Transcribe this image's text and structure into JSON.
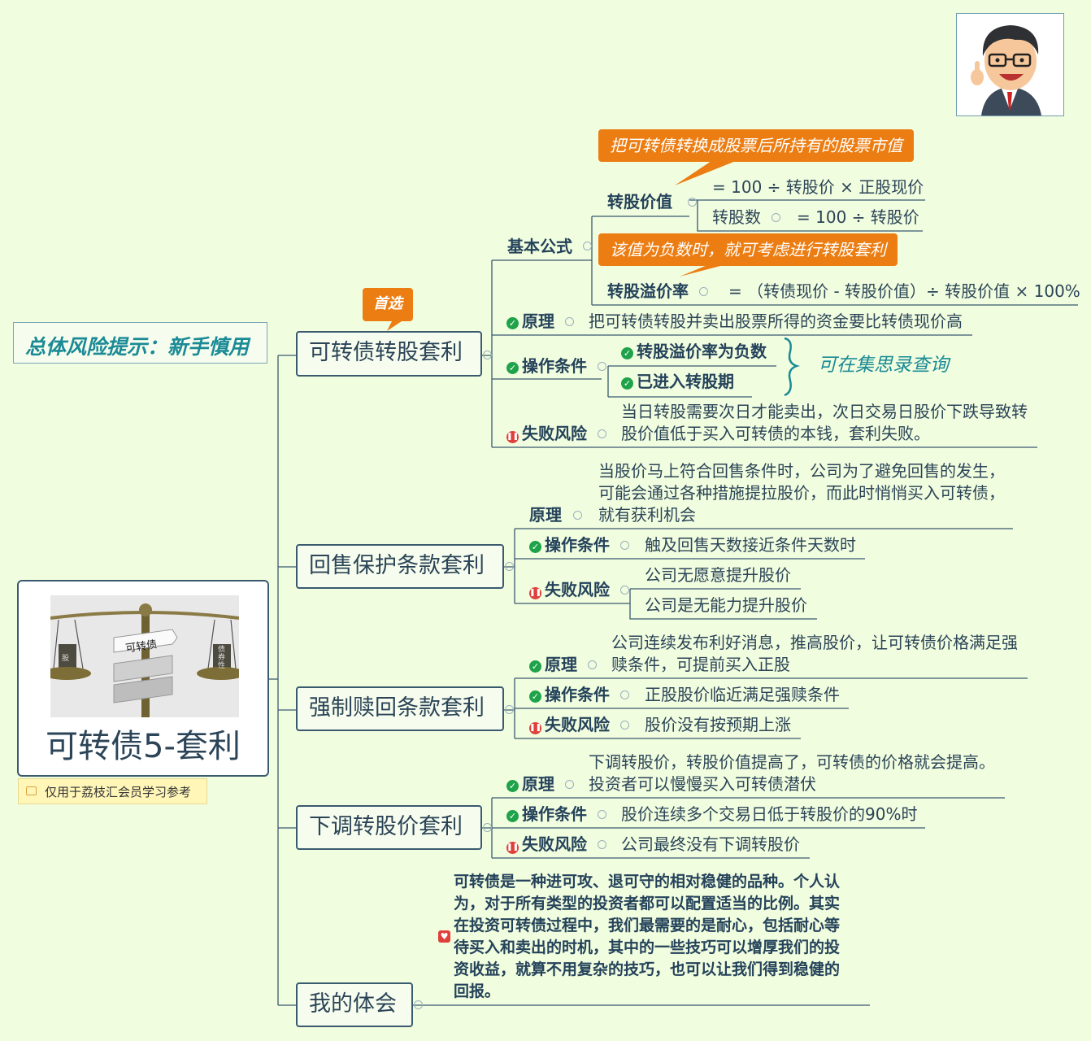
{
  "root": {
    "title": "可转债5-套利",
    "image_label": "可转债",
    "left_weight": "股",
    "right_weight": "债券性"
  },
  "risk_note": "总体风险提示：新手慎用",
  "footer_note": "仅用于荔枝汇会员学习参考",
  "colors": {
    "background": "#f1fddf",
    "line": "#3a5a70",
    "callout": "#ec7d12",
    "check": "#1fa34a",
    "warn": "#e0403c",
    "teal": "#1a8a96"
  },
  "branches": {
    "b1": {
      "title": "可转债转股套利",
      "tag": "首选",
      "formula_label": "基本公式",
      "conv_value_label": "转股价值",
      "conv_value_callout": "把可转债转换成股票后所持有的股票市值",
      "conv_value_formula": "= 100 ÷ 转股价 × 正股现价",
      "shares_label": "转股数",
      "shares_formula": "= 100 ÷ 转股价",
      "premium_label": "转股溢价率",
      "premium_callout": "该值为负数时，就可考虑进行转股套利",
      "premium_formula": "= （转债现价 - 转股价值）÷ 转股价值 × 100%",
      "principle_label": "原理",
      "principle": "把可转债转股并卖出股票所得的资金要比转债现价高",
      "cond_label": "操作条件",
      "cond1": "转股溢价率为负数",
      "cond2": "已进入转股期",
      "cond_note": "可在集思录查询",
      "risk_label": "失败风险",
      "risk1": "当日转股需要次日才能卖出，次日交易日股价下跌导致转",
      "risk2": "股价值低于买入可转债的本钱，套利失败。"
    },
    "b2": {
      "title": "回售保护条款套利",
      "principle_label": "原理",
      "principle1": "当股价马上符合回售条件时，公司为了避免回售的发生，",
      "principle2": "可能会通过各种措施提拉股价，而此时悄悄买入可转债，",
      "principle3": "就有获利机会",
      "cond_label": "操作条件",
      "cond": "触及回售天数接近条件天数时",
      "risk_label": "失败风险",
      "risk1": "公司无愿意提升股价",
      "risk2": "公司是无能力提升股价"
    },
    "b3": {
      "title": "强制赎回条款套利",
      "principle_label": "原理",
      "principle1": "公司连续发布利好消息，推高股价，让可转债价格满足强",
      "principle2": "赎条件，可提前买入正股",
      "cond_label": "操作条件",
      "cond": "正股股价临近满足强赎条件",
      "risk_label": "失败风险",
      "risk": "股价没有按预期上涨"
    },
    "b4": {
      "title": "下调转股价套利",
      "principle_label": "原理",
      "principle1": "下调转股价，转股价值提高了，可转债的价格就会提高。",
      "principle2": "投资者可以慢慢买入可转债潜伏",
      "cond_label": "操作条件",
      "cond": "股价连续多个交易日低于转股价的90%时",
      "risk_label": "失败风险",
      "risk": "公司最终没有下调转股价"
    },
    "b5": {
      "title": "我的体会",
      "lines": [
        "可转债是一种进可攻、退可守的相对稳健的品种。个人认",
        "为，对于所有类型的投资者都可以配置适当的比例。其实",
        "在投资可转债过程中，我们最需要的是耐心，包括耐心等",
        "待买入和卖出的时机，其中的一些技巧可以增厚我们的投",
        "资收益，就算不用复杂的技巧，也可以让我们得到稳健的",
        "回报。"
      ]
    }
  }
}
